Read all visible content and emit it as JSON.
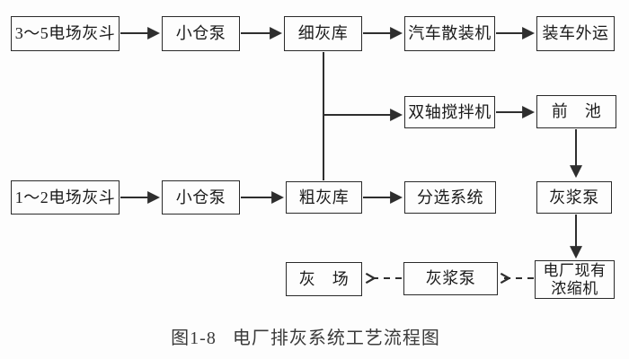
{
  "diagram": {
    "caption": {
      "number": "图1-8",
      "title": "电厂排灰系统工艺流程图"
    },
    "nodes": {
      "hopper_3_5": "3～5电场灰斗",
      "silo_pump_top": "小仓泵",
      "fine_ash_silo": "细灰库",
      "truck_bulk_loader": "汽车散装机",
      "load_and_transport": "装车外运",
      "twin_shaft_mixer": "双轴搅拌机",
      "fore_pool": "前　池",
      "hopper_1_2": "1～2电场灰斗",
      "silo_pump_bottom": "小仓泵",
      "coarse_ash_silo": "粗灰库",
      "sorting_system": "分选系统",
      "slurry_pump_right": "灰浆泵",
      "ash_yard": "灰　场",
      "slurry_pump_bottom": "灰浆泵",
      "existing_thickener": "电厂现有\n浓缩机"
    },
    "edges": [
      {
        "from": "hopper_3_5",
        "to": "silo_pump_top",
        "style": "solid-arrow"
      },
      {
        "from": "silo_pump_top",
        "to": "fine_ash_silo",
        "style": "solid-arrow"
      },
      {
        "from": "fine_ash_silo",
        "to": "truck_bulk_loader",
        "style": "solid-arrow"
      },
      {
        "from": "truck_bulk_loader",
        "to": "load_and_transport",
        "style": "solid-arrow"
      },
      {
        "from": "fine_ash_silo",
        "to": "coarse_ash_silo",
        "style": "plain-line"
      },
      {
        "from": "fine_ash_silo",
        "to": "twin_shaft_mixer",
        "style": "solid-arrow"
      },
      {
        "from": "twin_shaft_mixer",
        "to": "fore_pool",
        "style": "solid-arrow"
      },
      {
        "from": "fore_pool",
        "to": "slurry_pump_right",
        "style": "solid-arrow"
      },
      {
        "from": "hopper_1_2",
        "to": "silo_pump_bottom",
        "style": "solid-arrow"
      },
      {
        "from": "silo_pump_bottom",
        "to": "coarse_ash_silo",
        "style": "solid-arrow"
      },
      {
        "from": "coarse_ash_silo",
        "to": "sorting_system",
        "style": "solid-arrow"
      },
      {
        "from": "slurry_pump_right",
        "to": "existing_thickener",
        "style": "solid-arrow"
      },
      {
        "from": "existing_thickener",
        "to": "slurry_pump_bottom",
        "style": "dashed-arrow"
      },
      {
        "from": "slurry_pump_bottom",
        "to": "ash_yard",
        "style": "dashed-arrow"
      }
    ],
    "colors": {
      "line": "#2e2e2e",
      "text": "#1a1a1a",
      "background": "#fdfdfd"
    }
  }
}
